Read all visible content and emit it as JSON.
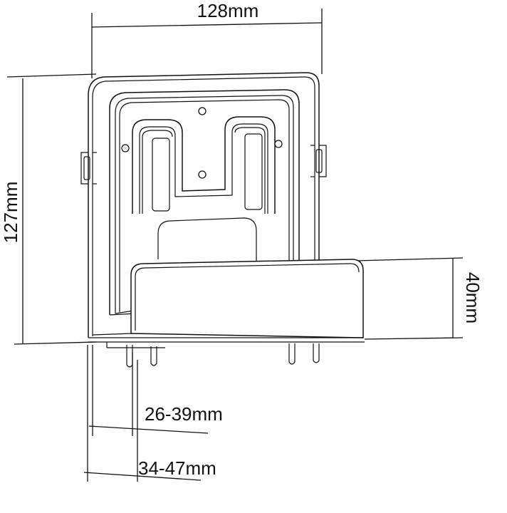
{
  "dimensions": {
    "width": "128mm",
    "height": "127mm",
    "tray_depth": "40mm",
    "range_small": "26-39mm",
    "range_large": "34-47mm"
  },
  "colors": {
    "line": "#111111",
    "background": "#ffffff"
  }
}
